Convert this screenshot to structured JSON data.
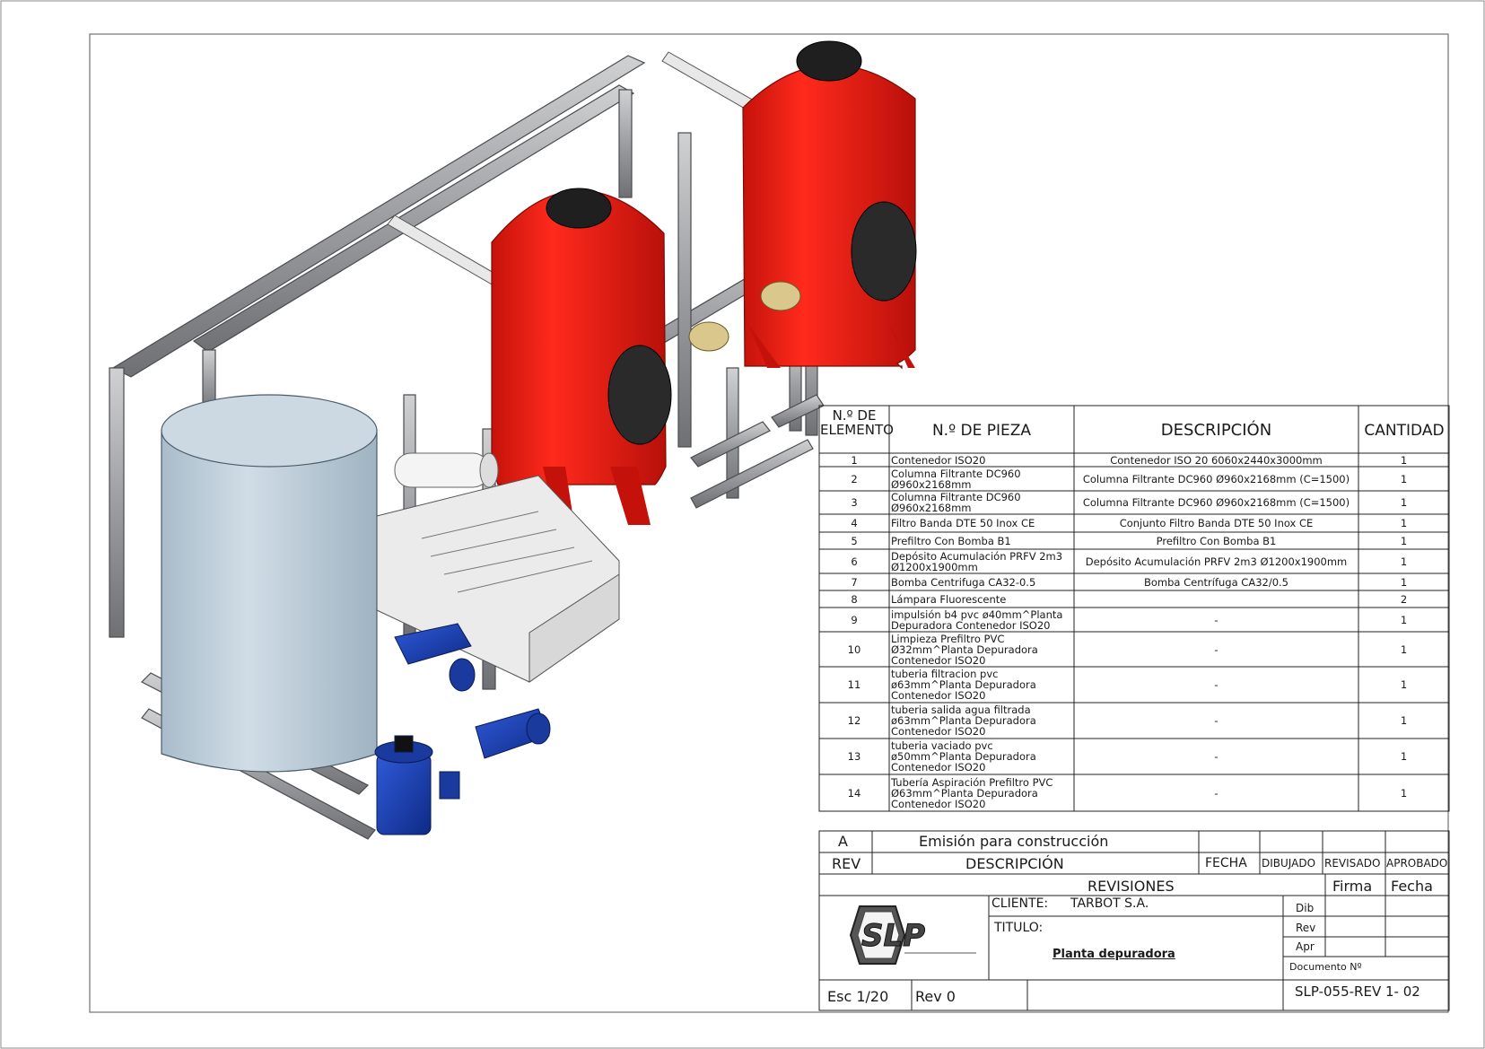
{
  "bom": {
    "headers": {
      "item": "N.º DE ELEMENTO",
      "part": "N.º DE PIEZA",
      "description": "DESCRIPCIÓN",
      "quantity": "CANTIDAD"
    },
    "rows": [
      {
        "n": "1",
        "part": "Contenedor ISO20",
        "desc": "Contenedor ISO 20 6060x2440x3000mm",
        "qty": "1"
      },
      {
        "n": "2",
        "part": "Columna Filtrante DC960 Ø960x2168mm",
        "desc": "Columna Filtrante DC960 Ø960x2168mm (C=1500)",
        "qty": "1"
      },
      {
        "n": "3",
        "part": "Columna Filtrante DC960 Ø960x2168mm",
        "desc": "Columna Filtrante DC960 Ø960x2168mm (C=1500)",
        "qty": "1"
      },
      {
        "n": "4",
        "part": "Filtro Banda DTE 50 Inox CE",
        "desc": "Conjunto Filtro Banda DTE 50 Inox CE",
        "qty": "1"
      },
      {
        "n": "5",
        "part": "Prefiltro Con Bomba B1",
        "desc": "Prefiltro Con Bomba B1",
        "qty": "1"
      },
      {
        "n": "6",
        "part": "Depósito Acumulación PRFV 2m3 Ø1200x1900mm",
        "desc": "Depósito Acumulación PRFV 2m3 Ø1200x1900mm",
        "qty": "1"
      },
      {
        "n": "7",
        "part": "Bomba Centrifuga CA32-0.5",
        "desc": "Bomba Centrífuga CA32/0.5",
        "qty": "1"
      },
      {
        "n": "8",
        "part": "Lámpara Fluorescente",
        "desc": "",
        "qty": "2"
      },
      {
        "n": "9",
        "part": "impulsión b4 pvc ø40mm^Planta Depuradora Contenedor ISO20",
        "desc": "-",
        "qty": "1"
      },
      {
        "n": "10",
        "part": "Limpieza Prefiltro PVC Ø32mm^Planta Depuradora Contenedor ISO20",
        "desc": "-",
        "qty": "1"
      },
      {
        "n": "11",
        "part": "tuberia filtracion pvc ø63mm^Planta Depuradora Contenedor ISO20",
        "desc": "-",
        "qty": "1"
      },
      {
        "n": "12",
        "part": "tuberia salida agua filtrada ø63mm^Planta Depuradora Contenedor ISO20",
        "desc": "-",
        "qty": "1"
      },
      {
        "n": "13",
        "part": "tuberia vaciado pvc ø50mm^Planta Depuradora Contenedor ISO20",
        "desc": "-",
        "qty": "1"
      },
      {
        "n": "14",
        "part": "Tubería Aspiración Prefiltro PVC Ø63mm^Planta Depuradora Contenedor ISO20",
        "desc": "-",
        "qty": "1"
      }
    ]
  },
  "revisions": {
    "rev_value": "A",
    "desc_value": "Emisión para construcción",
    "rev_header": "REV",
    "desc_header": "DESCRIPCIÓN",
    "fecha_header": "FECHA",
    "dibujado_header": "DIBUJADO",
    "revisado_header": "REVISADO",
    "aprobado_header": "APROBADO",
    "title": "REVISIONES",
    "firma": "Firma",
    "fecha": "Fecha"
  },
  "titleblock": {
    "logo_text": "SLP",
    "cliente_label": "CLIENTE:",
    "cliente_value": "TARBOT S.A.",
    "titulo_label": "TITULO:",
    "titulo_value": "Planta depuradora",
    "dib": "Dib",
    "rev": "Rev",
    "apr": "Apr",
    "documento_label": "Documento Nº",
    "documento_value": "SLP-055-REV 1- 02",
    "escala": "Esc 1/20",
    "revision": "Rev 0"
  },
  "colors": {
    "tank_red": "#e8170f",
    "pipe_grey": "#a9aaad",
    "tank_blue": "#b9c9d5",
    "pump_blue": "#1c3fb0"
  }
}
